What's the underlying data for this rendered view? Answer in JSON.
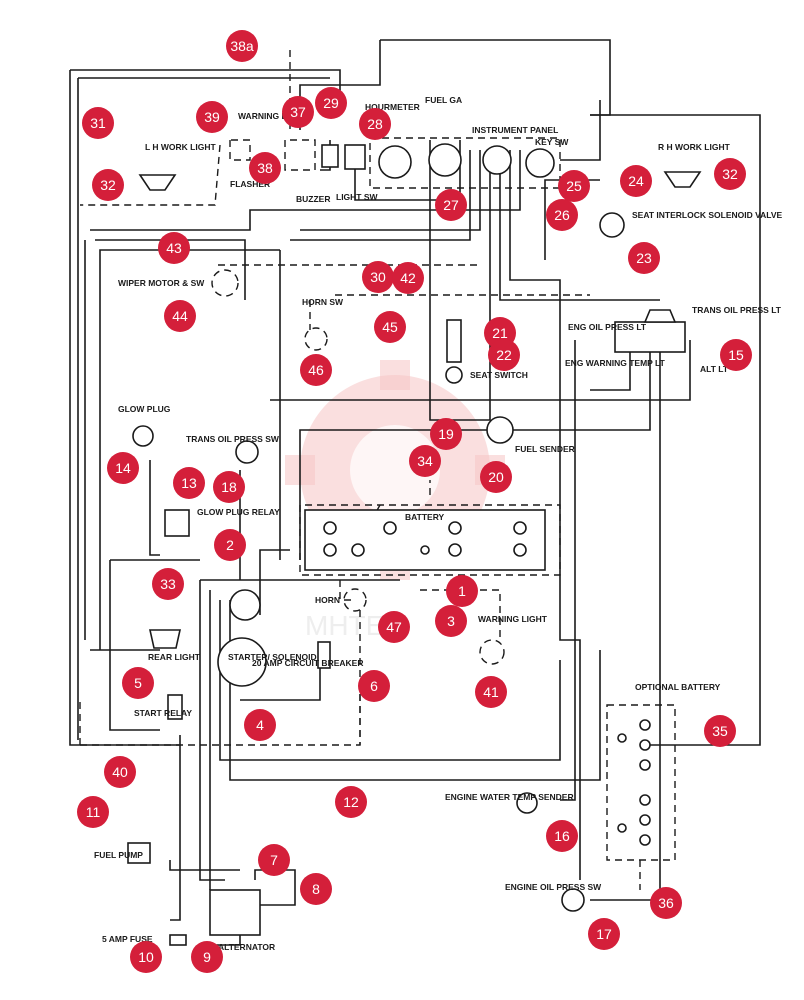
{
  "labels": {
    "lh_work_light": "L H WORK LIGHT",
    "rh_work_light": "R H WORK LIGHT",
    "warning_lt_sw": "WARNING LT SW",
    "flasher": "FLASHER",
    "buzzer": "BUZZER",
    "light_sw": "LIGHT SW",
    "hourmeter": "HOURMETER",
    "fuel_ga": "FUEL GA",
    "instrument_panel": "INSTRUMENT PANEL",
    "key_sw": "KEY SW",
    "seat_interlock": "SEAT INTERLOCK SOLENOID VALVE",
    "wiper_motor": "WIPER MOTOR & SW",
    "horn_sw": "HORN SW",
    "trans_oil_press_lt": "TRANS OIL PRESS LT",
    "eng_oil_press_lt": "ENG OIL PRESS LT",
    "eng_warning_temp_lt": "ENG WARNING TEMP LT",
    "alt_lt": "ALT LT",
    "seat_switch": "SEAT SWITCH",
    "glow_plug": "GLOW PLUG",
    "trans_oil_press_sw": "TRANS OIL PRESS SW",
    "fuel_sender": "FUEL SENDER",
    "glow_plug_relay": "GLOW PLUG RELAY",
    "battery": "BATTERY",
    "horn": "HORN",
    "warning_light": "WARNING LIGHT",
    "rear_light": "REAR LIGHT",
    "starter_solenoid": "STARTER/ SOLENOID",
    "circuit_breaker": "20 AMP CIRCUIT BREAKER",
    "start_relay": "START RELAY",
    "optional_battery": "OPTIONAL BATTERY",
    "engine_water_temp_sender": "ENGINE WATER TEMP SENDER",
    "fuel_pump": "FUEL PUMP",
    "engine_oil_press_sw": "ENGINE OIL PRESS SW",
    "five_amp_fuse": "5 AMP FUSE",
    "alternator": "ALTERNATOR",
    "watermark": "MHTEX"
  },
  "callouts": [
    "38a",
    "31",
    "39",
    "37",
    "29",
    "28",
    "27",
    "26",
    "25",
    "24",
    "32",
    "32",
    "38",
    "30",
    "42",
    "43",
    "44",
    "45",
    "46",
    "21",
    "22",
    "23",
    "15",
    "19",
    "20",
    "14",
    "18",
    "13",
    "34",
    "2",
    "1",
    "33",
    "3",
    "47",
    "41",
    "5",
    "6",
    "4",
    "40",
    "12",
    "35",
    "11",
    "16",
    "7",
    "8",
    "17",
    "36",
    "10",
    "9"
  ],
  "colors": {
    "callout": "#d41f3a",
    "wire": "#1a1a1a",
    "watermark": "#f6c5c5"
  }
}
